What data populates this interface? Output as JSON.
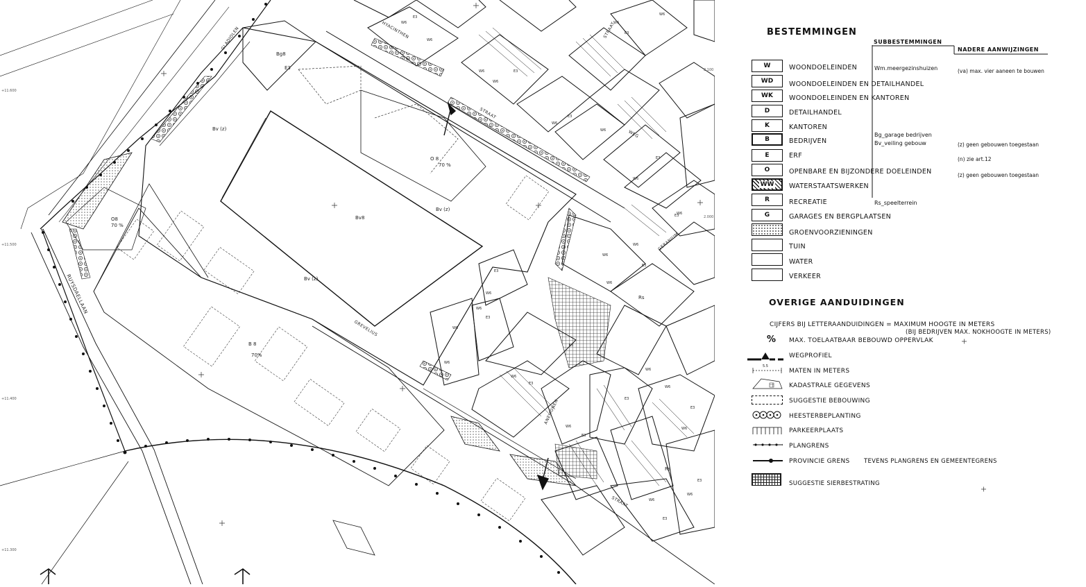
{
  "legend": {
    "heading": "BESTEMMINGEN",
    "col_sub": "SUBBESTEMMINGEN",
    "col_nader": "NADERE AANWIJZINGEN",
    "items": [
      {
        "code": "W",
        "label": "WOONDOELEINDEN",
        "style": "plain"
      },
      {
        "code": "WD",
        "label": "WOONDOELEINDEN EN DETAILHANDEL",
        "style": "plain"
      },
      {
        "code": "WK",
        "label": "WOONDOELEINDEN EN KANTOREN",
        "style": "plain"
      },
      {
        "code": "D",
        "label": "DETAILHANDEL",
        "style": "plain"
      },
      {
        "code": "K",
        "label": "KANTOREN",
        "style": "plain"
      },
      {
        "code": "B",
        "label": "BEDRIJVEN",
        "style": "thick"
      },
      {
        "code": "E",
        "label": "ERF",
        "style": "plain"
      },
      {
        "code": "O",
        "label": "OPENBARE EN BIJZONDERE DOELEINDEN",
        "style": "plain"
      },
      {
        "code": "WW",
        "label": "WATERSTAATSWERKEN",
        "style": "hatch"
      },
      {
        "code": "R",
        "label": "RECREATIE",
        "style": "plain"
      },
      {
        "code": "G",
        "label": "GARAGES EN BERGPLAATSEN",
        "style": "plain"
      },
      {
        "code": "",
        "label": "GROENVOORZIENINGEN",
        "style": "dots"
      },
      {
        "code": "",
        "label": "TUIN",
        "style": "plain"
      },
      {
        "code": "",
        "label": "WATER",
        "style": "plain"
      },
      {
        "code": "",
        "label": "VERKEER",
        "style": "plain"
      }
    ],
    "sub": {
      "wm": "Wm.meergezinshuizen",
      "bg": "Bg_garage bedrijven",
      "bv": "Bv_veiling gebouw",
      "rs": "Rs_speelterrein"
    },
    "nader": {
      "a": "(va) max. vier aaneen te bouwen",
      "b": "(z) geen gebouwen toegestaan",
      "c": "(n) zie art.12",
      "d": "(z) geen gebouwen toegestaan"
    },
    "overige_heading": "OVERIGE AANDUIDINGEN",
    "cijfers_line1": "CIJFERS BIJ LETTERAANDUIDINGEN = MAXIMUM HOOGTE IN METERS",
    "cijfers_line2": "(BIJ BEDRIJVEN MAX. NOKHOOGTE IN METERS)",
    "overige": [
      {
        "sym": "percent",
        "label": "MAX. TOELAATBAAR BEBOUWD OPPERVLAK"
      },
      {
        "sym": "wegprofiel",
        "label": "WEGPROFIEL"
      },
      {
        "sym": "maten",
        "label": "MATEN IN METERS"
      },
      {
        "sym": "kadaster",
        "label": "KADASTRALE GEGEVENS"
      },
      {
        "sym": "suggestie",
        "label": "SUGGESTIE BEBOUWING"
      },
      {
        "sym": "heester",
        "label": "HEESTERBEPLANTING"
      },
      {
        "sym": "parkeer",
        "label": "PARKEERPLAATS"
      },
      {
        "sym": "plangrens",
        "label": "PLANGRENS"
      },
      {
        "sym": "provincie",
        "label": "PROVINCIE GRENS"
      },
      {
        "sym": "sier",
        "label": "SUGGESTIE SIERBESTRATING"
      }
    ],
    "percent_symbol": "%",
    "maten_sample": "5.5",
    "provincie_extra": "TEVENS  PLANGRENS EN GEMEENTEGRENS"
  },
  "map": {
    "streets": {
      "gladiolen": "GLADIOLEN",
      "hyacinthen": "HYACINTHEN",
      "straat_top": "STRAAT",
      "weg": "WEG",
      "straat_mid": "STRAAT",
      "geranium": "GERANIUM",
      "ruysdaellaan": "RUYSDAELLAAN",
      "grevelius": "GREVELIUS",
      "anemonen": "ANEMONEN",
      "straat_bottom": "STRAAT"
    },
    "zones": {
      "bg8": "Bg8",
      "e3_top": "E3",
      "bv_top": "Bv (z)",
      "o8_top": "O 8",
      "pct_top": "70 %",
      "bv8": "Bv8",
      "bvz_mid": "Bv (z)",
      "bvz_low": "Bv (z)",
      "o8_left": "O8",
      "pct_left": "70 %",
      "b8": "B 8",
      "pct_b8": "70%",
      "rs": "Rs",
      "rs2": "Rs"
    },
    "house_labels": [
      "W6",
      "W6",
      "W6",
      "W6",
      "W6",
      "W6",
      "W6",
      "W6",
      "W6",
      "W6",
      "W6",
      "W6",
      "W6",
      "W6",
      "W6",
      "W6",
      "W6",
      "W6",
      "W6",
      "W6",
      "W6",
      "W6",
      "W6",
      "W6"
    ],
    "e_labels": [
      "E3",
      "E3",
      "E3",
      "E3",
      "E3",
      "E3",
      "E3",
      "E3",
      "E3",
      "E3",
      "E3",
      "E3",
      "E3",
      "E3",
      "E3",
      "E3"
    ],
    "grid_refs": [
      "+11.600",
      "+11.500",
      "+11.400",
      "+11.300",
      "2.000",
      "2.100"
    ]
  },
  "colors": {
    "ink": "#111111",
    "paper": "#ffffff",
    "screen": "#888888"
  }
}
